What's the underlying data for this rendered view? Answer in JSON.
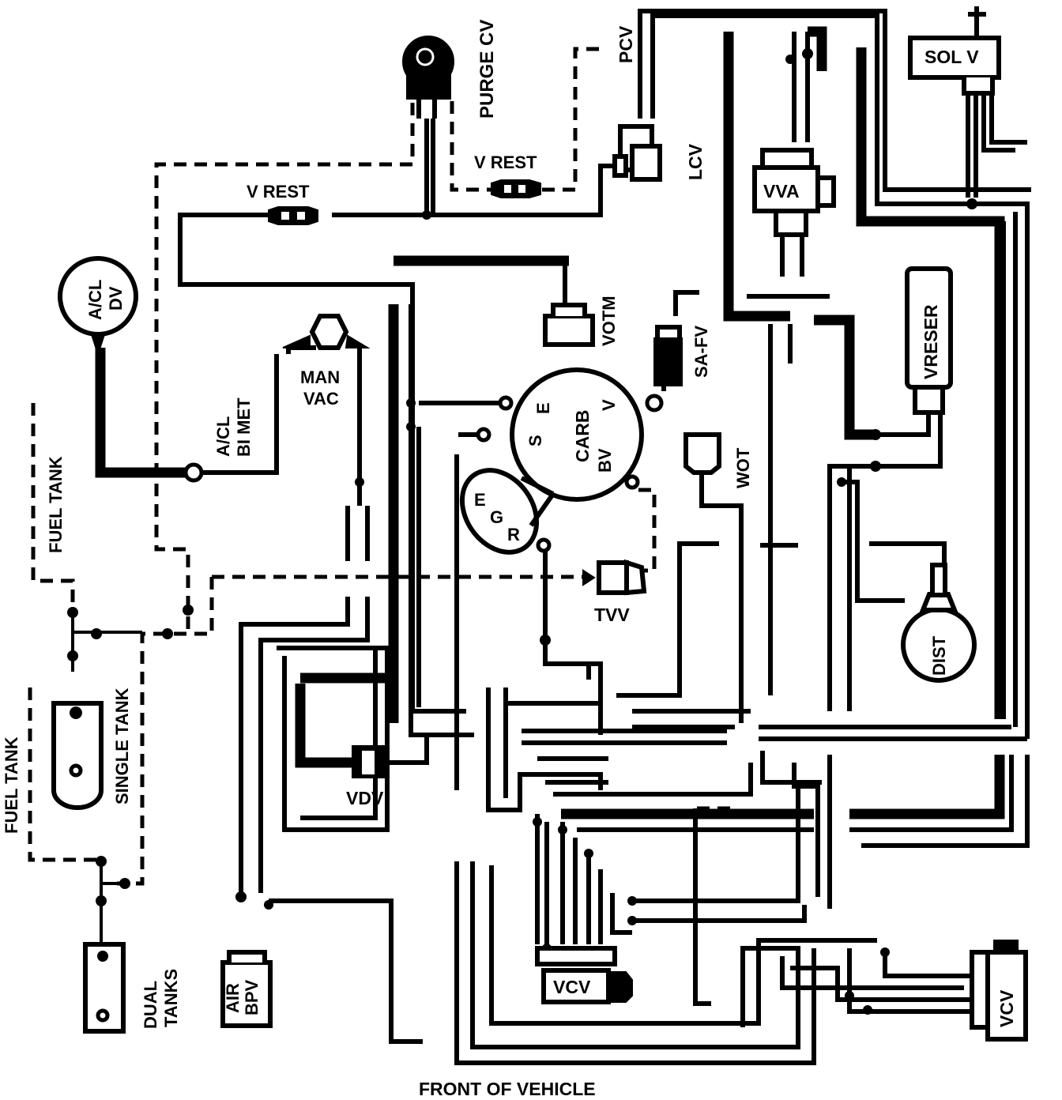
{
  "diagram": {
    "components": {
      "purge_cv": "PURGE CV",
      "pcv": "PCV",
      "sol_v": "SOL V",
      "v_rest_right": "V REST",
      "v_rest_left": "V REST",
      "lcv": "LCV",
      "vva": "VVA",
      "acl_dv_line1": "A/CL",
      "acl_dv_line2": "DV",
      "votm": "VOTM",
      "sa_fv": "SA-FV",
      "vreser": "VRESER",
      "man_vac_line1": "MAN",
      "man_vac_line2": "VAC",
      "acl_bimet_line1": "A/CL",
      "acl_bimet_line2": "BI MET",
      "carb": "CARB",
      "carb_port_e": "E",
      "carb_port_s": "S",
      "carb_port_v": "V",
      "carb_port_bv": "BV",
      "egr_e": "E",
      "egr_g": "G",
      "egr_r": "R",
      "wot": "WOT",
      "tvv": "TVV",
      "dist": "DIST",
      "vdv": "VDV",
      "air_bpv_line1": "AIR",
      "air_bpv_line2": "BPV",
      "vcv_bottom": "VCV",
      "vcv_right": "VCV",
      "fuel_tank_upper": "FUEL TANK",
      "fuel_tank_lower": "FUEL TANK",
      "single_tank": "SINGLE  TANK",
      "dual_tanks_line1": "DUAL",
      "dual_tanks_line2": "TANKS",
      "front_of_vehicle": "FRONT OF VEHICLE"
    }
  }
}
